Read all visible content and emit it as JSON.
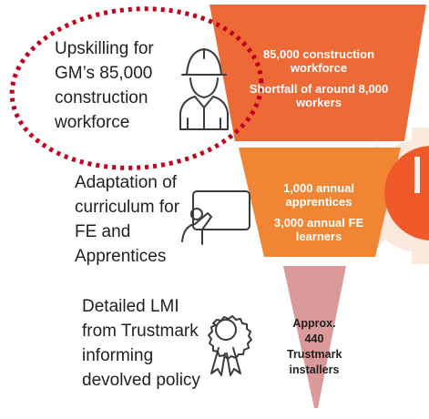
{
  "colors": {
    "tier1": "#ED6A36",
    "tier2": "#F08533",
    "tier3": "#DB9A9A",
    "highlight_ring": "#C0001D",
    "badge": "#F05A2A",
    "faded_badge": "#F7D6C3",
    "icon_stroke": "#3B3B3B"
  },
  "left_items": [
    {
      "lines": [
        "Upskilling for",
        "GM’s 85,000",
        "construction",
        "workforce"
      ],
      "icon": "construction-worker-icon"
    },
    {
      "lines": [
        "Adaptation of",
        "curriculum for",
        "FE and",
        "Apprentices"
      ],
      "icon": "teacher-whiteboard-icon"
    },
    {
      "lines": [
        "Detailed LMI",
        "from Trustmark",
        "informing",
        "devolved policy"
      ],
      "icon": "award-rosette-icon"
    }
  ],
  "funnel": [
    {
      "texts": [
        "85,000 construction workforce",
        "Shortfall of around 8,000 workers"
      ]
    },
    {
      "texts": [
        "1,000 annual apprentices",
        "3,000 annual FE learners"
      ]
    },
    {
      "texts": [
        "Approx. 440 Trustmark installers"
      ]
    }
  ]
}
